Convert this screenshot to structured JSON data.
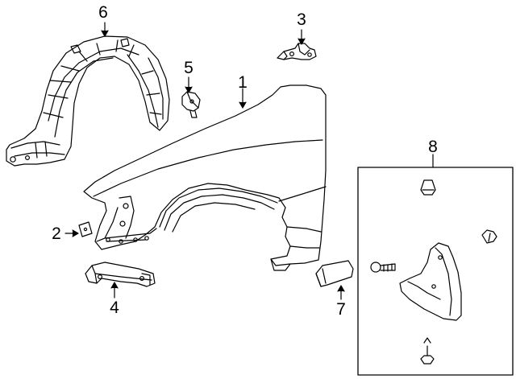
{
  "callouts": [
    {
      "id": "1",
      "label": "1",
      "part": "fender"
    },
    {
      "id": "2",
      "label": "2",
      "part": "small-pad"
    },
    {
      "id": "3",
      "label": "3",
      "part": "upper-bracket"
    },
    {
      "id": "4",
      "label": "4",
      "part": "lower-bracket"
    },
    {
      "id": "5",
      "label": "5",
      "part": "clip"
    },
    {
      "id": "6",
      "label": "6",
      "part": "fender-liner"
    },
    {
      "id": "7",
      "label": "7",
      "part": "side-marker"
    },
    {
      "id": "8",
      "label": "8",
      "part": "mud-flap-kit"
    }
  ],
  "colors": {
    "line": "#000000",
    "background": "#ffffff"
  }
}
